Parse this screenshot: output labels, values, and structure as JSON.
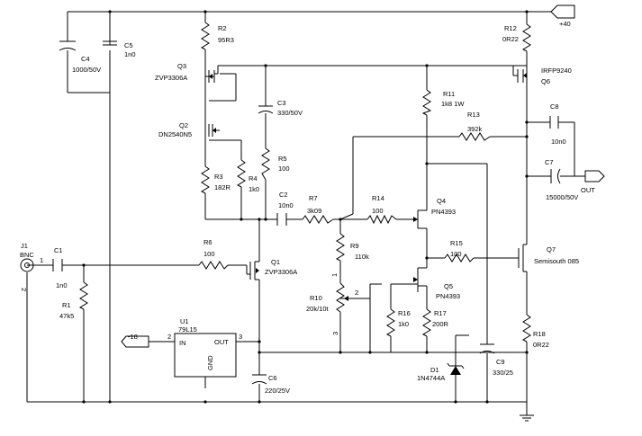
{
  "labels": {
    "R2": "R2",
    "R2v": "95R3",
    "Q3": "Q3",
    "Q3v": "ZVP3306A",
    "Q2": "Q2",
    "Q2v": "DN2540N5",
    "R3": "R3",
    "R3v": "182R",
    "R4": "R4",
    "R4v": "1k0",
    "R5": "R5",
    "R5v": "100",
    "C3": "C3",
    "C3v": "330/50V",
    "C4": "C4",
    "C4v": "1000/50V",
    "C5": "C5",
    "C5v": "1n0",
    "C2": "C2",
    "C2v": "10n0",
    "R7": "R7",
    "R7v": "3k09",
    "R14": "R14",
    "R14v": "100",
    "R9": "R9",
    "R9v": "110k",
    "R10": "R10",
    "R10v": "20k/10t",
    "R11": "R11",
    "R11v": "1k8 1W",
    "R12": "R12",
    "R12v": "0R22",
    "R13": "R13",
    "R13v": "392k",
    "Q6": "IRFP9240",
    "Q6v": "Q6",
    "C8": "C8",
    "C8v": "10n0",
    "C7": "C7",
    "C7v": "15000/50V",
    "out": "OUT",
    "plus40": "+40",
    "Q4": "Q4",
    "Q4v": "PN4393",
    "Q5": "Q5",
    "Q5v": "PN4393",
    "R15": "R15",
    "R15v": "100",
    "Q7": "Q7",
    "Q7v": "Semisouth 085",
    "R16": "R16",
    "R16v": "1k0",
    "R17": "R17",
    "R17v": "200R",
    "R18": "R18",
    "R18v": "0R22",
    "D1": "D1",
    "D1v": "1N4744A",
    "C9": "C9",
    "C9v": "330/25",
    "J1": "J1",
    "J1v": "BNC",
    "C1": "C1",
    "C1v": "1n0",
    "R1": "R1",
    "R1v": "47k5",
    "R6": "R6",
    "R6v": "100",
    "Q1": "Q1",
    "Q1v": "ZVP3306A",
    "U1": "U1",
    "U1v": "79L15",
    "uin": "IN",
    "uout": "OUT",
    "ugnd": "GND",
    "minus18": "-18",
    "C6": "C6",
    "C6v": "220/25V",
    "pin1": "1",
    "pin2": "2",
    "pin2b": "2",
    "pin2c": "2",
    "pin3": "3",
    "pin3b": "3",
    "pin1b": "1"
  }
}
